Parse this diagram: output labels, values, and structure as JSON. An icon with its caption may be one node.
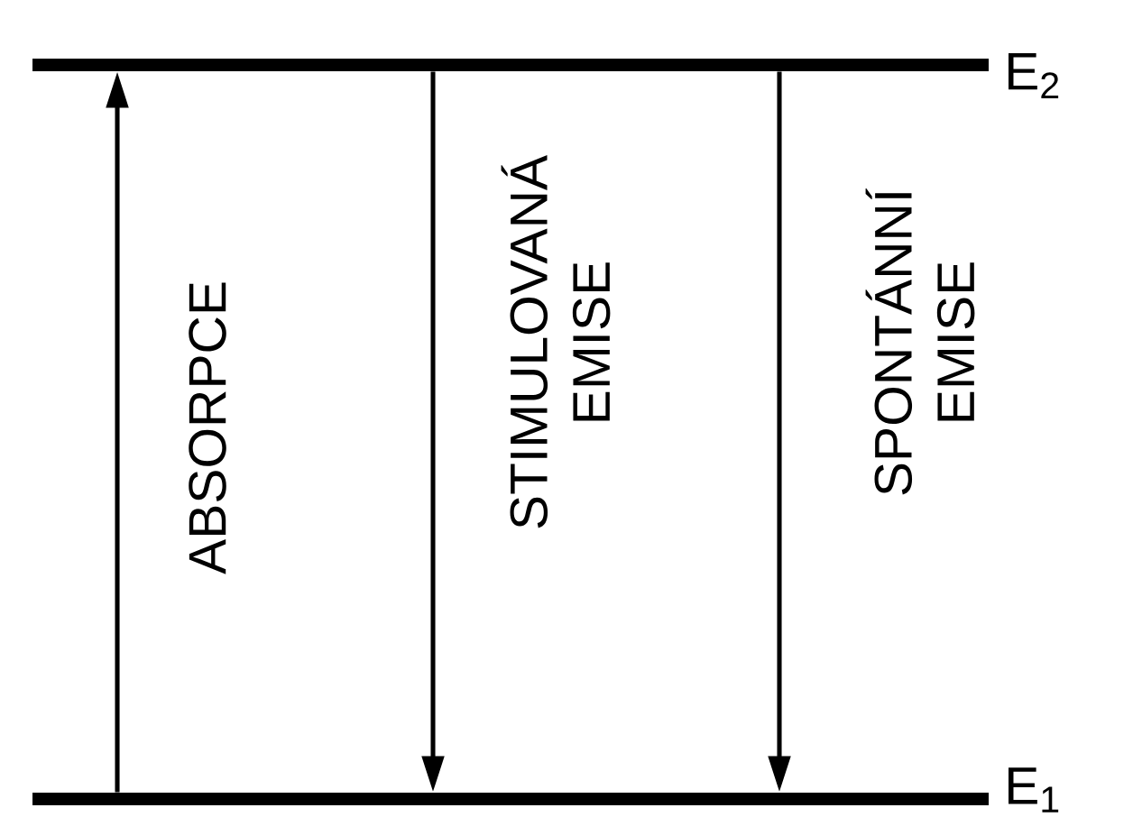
{
  "diagram": {
    "nodes": [
      {
        "text": [],
        "shape": "bar",
        "beside": [
          "E$_{2}$"
        ]
      },
      {
        "text": [],
        "shape": "bar",
        "beside": [
          "E$_{1}$"
        ]
      }
    ],
    "edges": [
      {
        "from": 1,
        "to": 0,
        "arrow": "to",
        "label": "ABSORPCE"
      },
      {
        "from": 0,
        "to": 1,
        "arrow": "to",
        "label": "STIMULOVANÁ EMISE"
      },
      {
        "from": 0,
        "to": 1,
        "arrow": "to",
        "label": "SPONTÁNNÍ EMISE"
      }
    ]
  }
}
